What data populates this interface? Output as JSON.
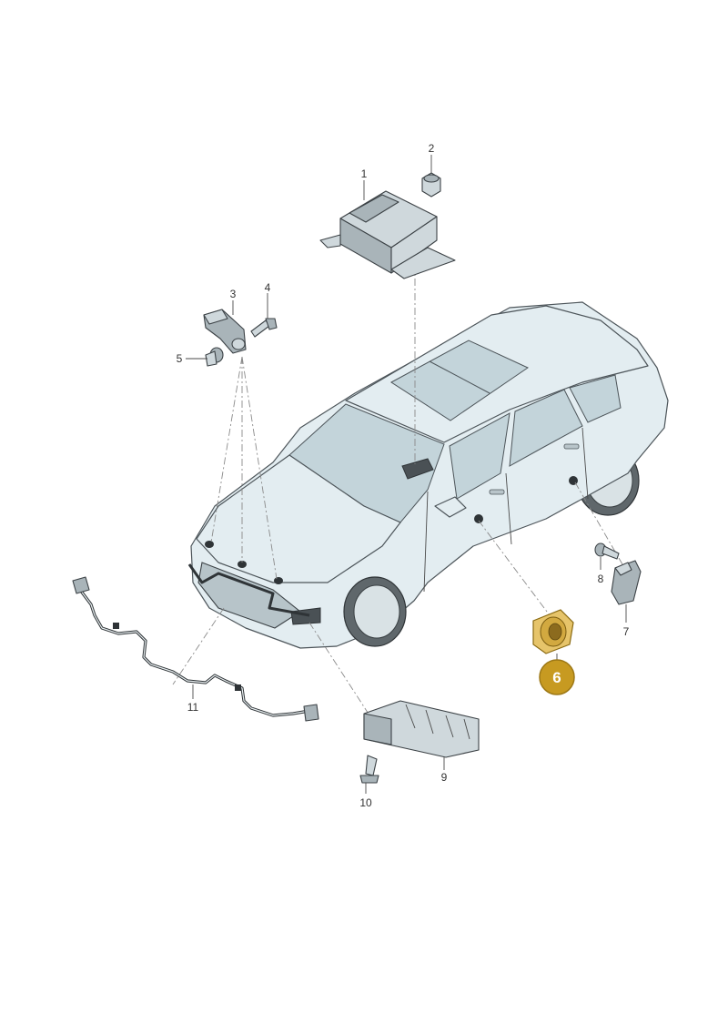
{
  "callouts": {
    "c1": "1",
    "c2": "2",
    "c3": "3",
    "c4": "4",
    "c5": "5",
    "c6": "6",
    "c7": "7",
    "c8": "8",
    "c9": "9",
    "c10": "10",
    "c11": "11"
  },
  "highlight": {
    "part": "6",
    "color": "#c79a21"
  },
  "colors": {
    "car_body": "#e3edf1",
    "part_fill": "#cfd8dc",
    "line": "#3c4246"
  }
}
